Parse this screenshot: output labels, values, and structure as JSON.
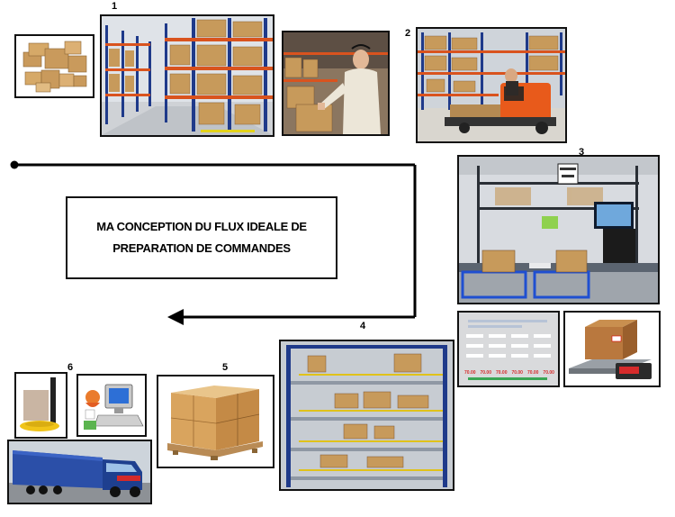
{
  "title": {
    "line1": "MA CONCEPTION DU FLUX IDEALE DE",
    "line2": "PREPARATION DE COMMANDES"
  },
  "steps": {
    "s1": "1",
    "s2": "2",
    "s3": "3",
    "s4": "4",
    "s5": "5",
    "s6": "6"
  },
  "scale_screen": {
    "values": [
      "70.00",
      "70.00",
      "70.00",
      "70.00",
      "70.00",
      "70.00"
    ]
  },
  "colors": {
    "rack_blue": "#1f3a8a",
    "rack_orange": "#d9531e",
    "box_tan": "#c79a5b",
    "forklift_orange": "#e85a1b",
    "truck_blue": "#2b4fa8",
    "arrow": "#000000"
  }
}
